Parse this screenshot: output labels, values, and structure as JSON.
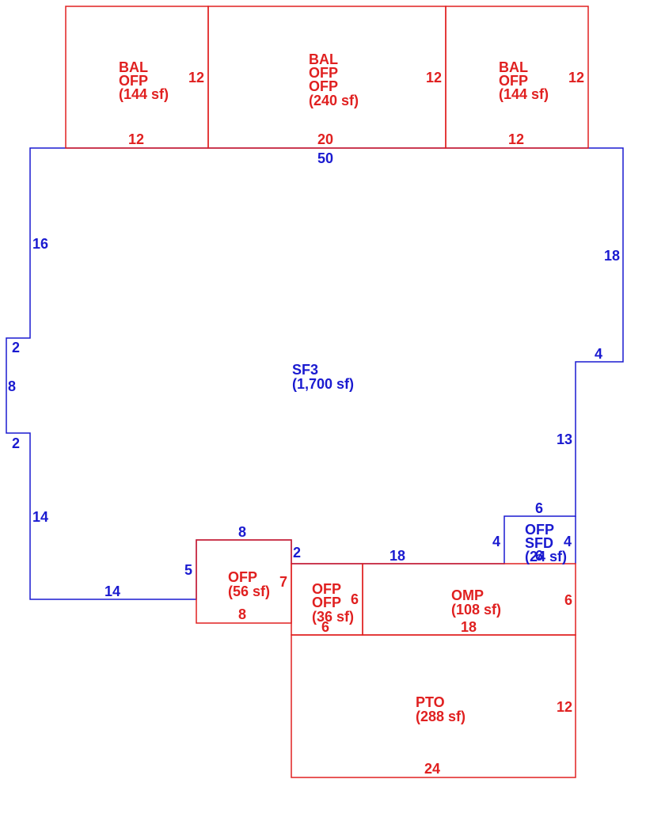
{
  "colors": {
    "addition": "#e02020",
    "main": "#1a1ad0"
  },
  "main_area": {
    "code": "SF3",
    "area": "(1,700 sf)"
  },
  "main_dims": {
    "top": "50",
    "left_upper": "16",
    "notch_top": "2",
    "notch_side": "8",
    "notch_bottom": "2",
    "left_lower": "14",
    "bottom_left": "14",
    "ofp_left": "5",
    "ofp_top": "8",
    "ofp_right": "2",
    "inner_run": "18",
    "sfd_left": "4",
    "sfd_top": "6",
    "right_lower": "13",
    "right_step": "4",
    "right_upper": "18"
  },
  "bal_left": {
    "line1": "BAL",
    "line2": "OFP",
    "area": "(144 sf)",
    "side": "12",
    "bottom": "12"
  },
  "bal_mid": {
    "line1": "BAL",
    "line2": "OFP",
    "line3": "OFP",
    "area": "(240 sf)",
    "side": "12",
    "bottom": "20"
  },
  "bal_right": {
    "line1": "BAL",
    "line2": "OFP",
    "area": "(144 sf)",
    "side": "12",
    "bottom": "12"
  },
  "ofp_56": {
    "code": "OFP",
    "area": "(56 sf)",
    "side": "7",
    "bottom": "8"
  },
  "ofp_36": {
    "line1": "OFP",
    "line2": "OFP",
    "area": "(36 sf)",
    "side": "6",
    "bottom": "6"
  },
  "omp": {
    "code": "OMP",
    "area": "(108 sf)",
    "side": "6",
    "bottom": "18"
  },
  "sfd": {
    "line1": "OFP",
    "line2": "SFD",
    "area": "(24 sf)",
    "side": "4",
    "bottom": "6"
  },
  "pto": {
    "code": "PTO",
    "area": "(288 sf)",
    "side": "12",
    "bottom": "24"
  }
}
